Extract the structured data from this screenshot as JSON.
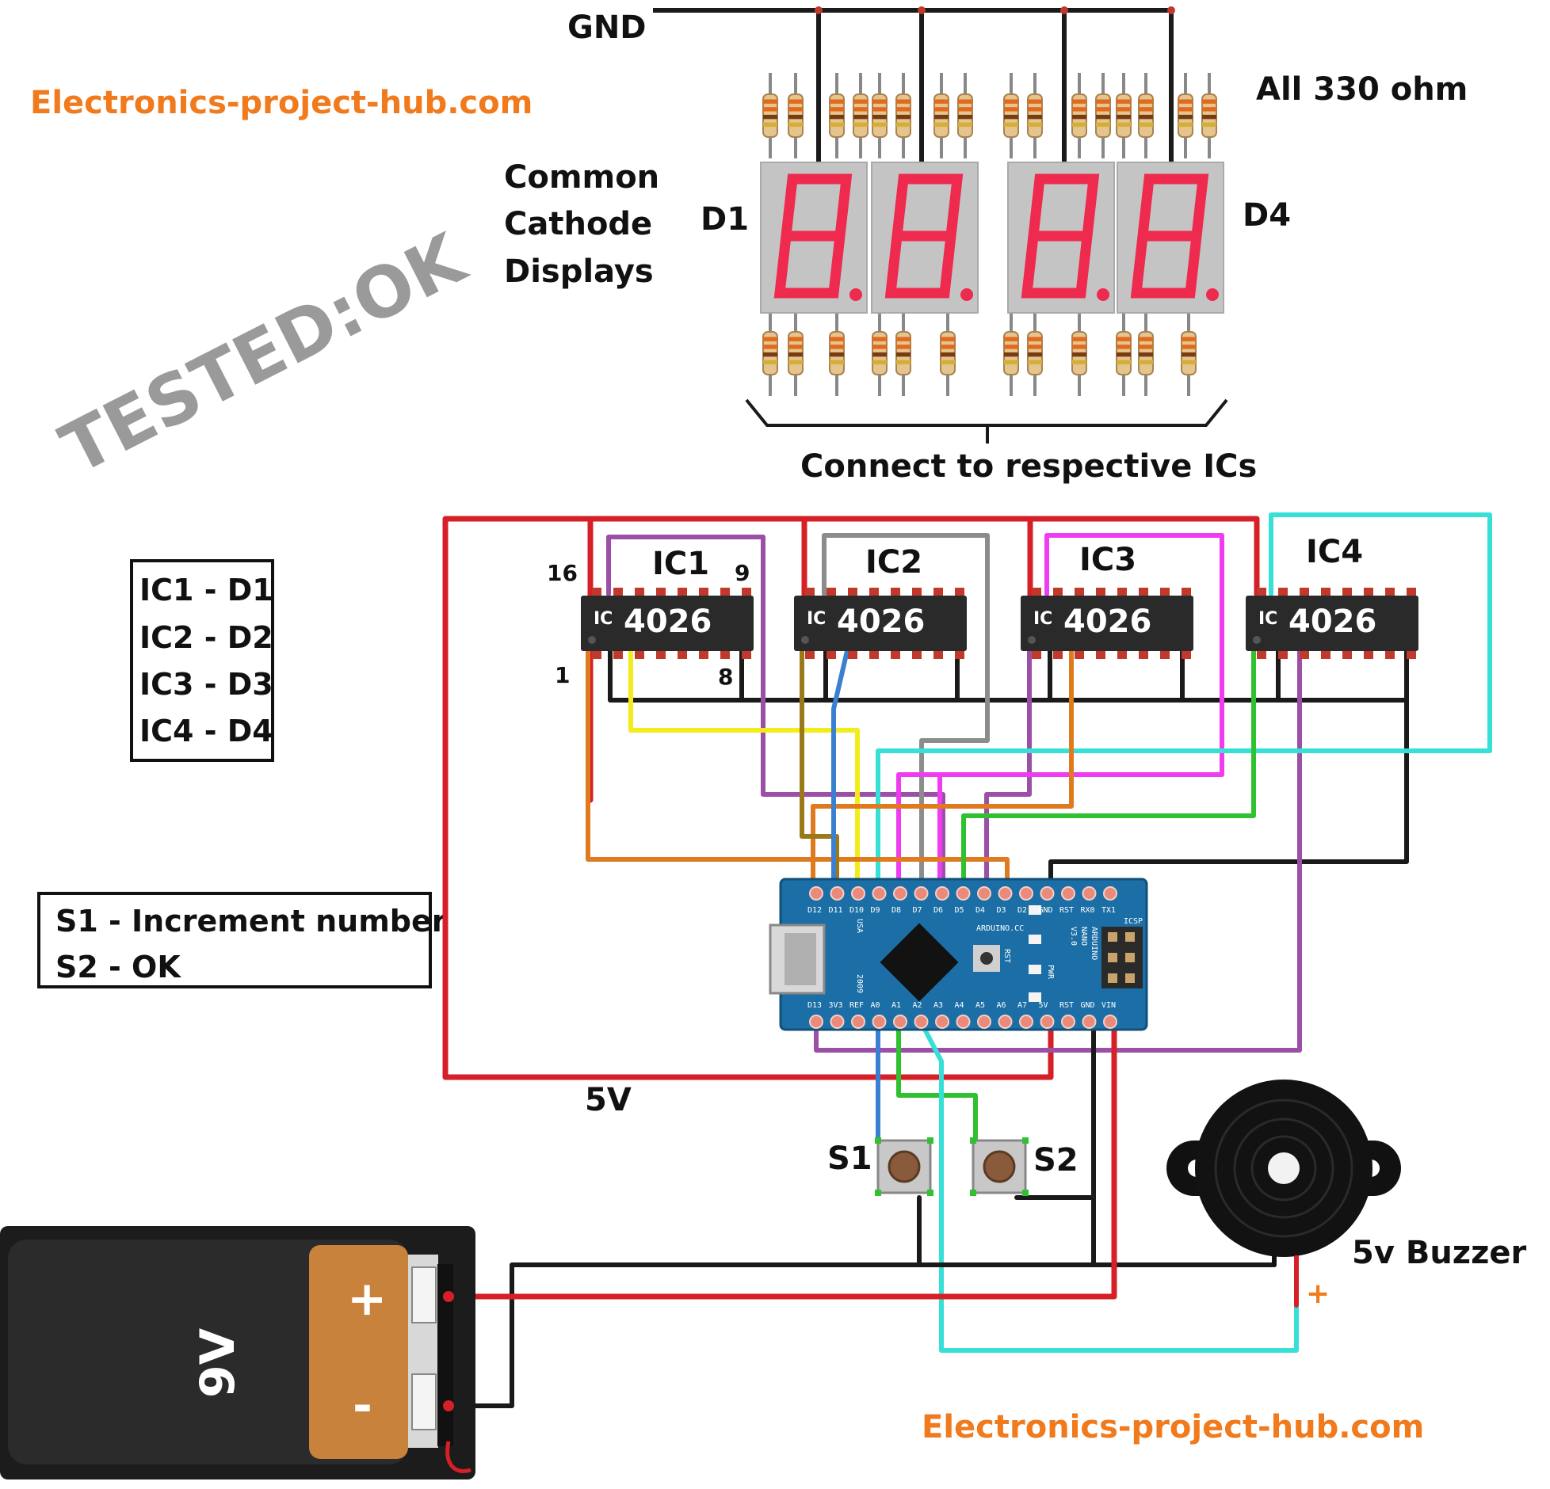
{
  "brand": {
    "top": "Electronics-project-hub.com",
    "bottom": "Electronics-project-hub.com"
  },
  "watermark": "TESTED:OK",
  "labels": {
    "gnd": "GND",
    "resistors": "All 330 ohm",
    "display_type": [
      "Common",
      "Cathode",
      "Displays"
    ],
    "d1": "D1",
    "d4": "D4",
    "connect_note": "Connect to respective ICs",
    "supply": "5V",
    "buzzer": "5v Buzzer",
    "buzzer_plus": "+",
    "s1": "S1",
    "s2": "S2"
  },
  "ic_map": [
    "IC1 - D1",
    "IC2 - D2",
    "IC3 - D3",
    "IC4 - D4"
  ],
  "switch_legend": [
    "S1 - Increment number",
    "S2 - OK"
  ],
  "ics": [
    {
      "name": "IC1",
      "prefix": "IC",
      "part": "4026"
    },
    {
      "name": "IC2",
      "prefix": "IC",
      "part": "4026"
    },
    {
      "name": "IC3",
      "prefix": "IC",
      "part": "4026"
    },
    {
      "name": "IC4",
      "prefix": "IC",
      "part": "4026"
    }
  ],
  "ic1_pins": {
    "p16": "16",
    "p9": "9",
    "p1": "1",
    "p8": "8"
  },
  "arduino": {
    "top_pins": [
      "D12",
      "D11",
      "D10",
      "D9",
      "D8",
      "D7",
      "D6",
      "D5",
      "D4",
      "D3",
      "D2",
      "GND",
      "RST",
      "RX0",
      "TX1"
    ],
    "bottom_pins": [
      "D13",
      "3V3",
      "REF",
      "A0",
      "A1",
      "A2",
      "A3",
      "A4",
      "A5",
      "A6",
      "A7",
      "5V",
      "RST",
      "GND",
      "VIN"
    ],
    "text": [
      "ARDUINO.CC",
      "ARDUINO",
      "NANO",
      "V3.0",
      "ICSP",
      "RST",
      "PWR",
      "USA",
      "2009"
    ]
  },
  "battery": {
    "plus": "+",
    "minus": "-",
    "voltage": "9V"
  },
  "colors": {
    "wire_red": "#d62027",
    "wire_black": "#1a1a1a",
    "wire_cyan": "#36e0d6",
    "wire_magenta": "#f03cf0",
    "wire_purple": "#9b4fa6",
    "wire_yellow": "#f2ec1a",
    "wire_blue": "#3a7fd0",
    "wire_green": "#2fc12f",
    "wire_orange": "#e07a1e",
    "wire_gray": "#8c8c8c",
    "wire_olive": "#9a7a18",
    "segment": "#ee2a4e",
    "arduino_board": "#1b6fa6",
    "brand": "#f07a1c"
  }
}
